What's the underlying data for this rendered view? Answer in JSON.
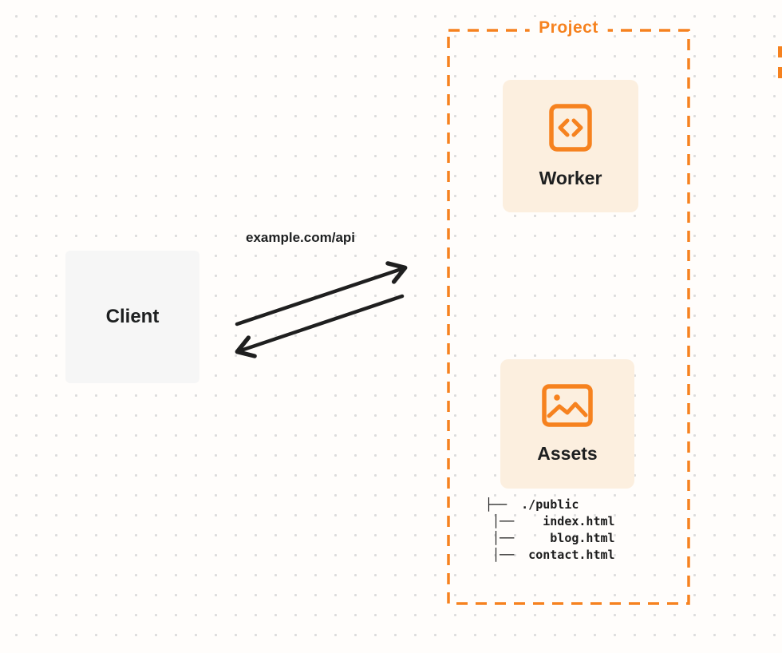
{
  "colors": {
    "accent": "#F6821F",
    "card_bg": "#FCEFDF",
    "client_bg": "#F6F6F6",
    "arrow": "#1F1F1F",
    "background": "#FFFDFB",
    "dot": "#DCDCDC"
  },
  "client": {
    "label": "Client"
  },
  "request": {
    "label": "example.com/api"
  },
  "project": {
    "label": "Project",
    "worker": {
      "label": "Worker",
      "icon": "code-icon"
    },
    "assets": {
      "label": "Assets",
      "icon": "image-icon",
      "file_tree": [
        "├──  ./public",
        " │──    index.html",
        " │──     blog.html",
        " │──  contact.html"
      ]
    }
  }
}
